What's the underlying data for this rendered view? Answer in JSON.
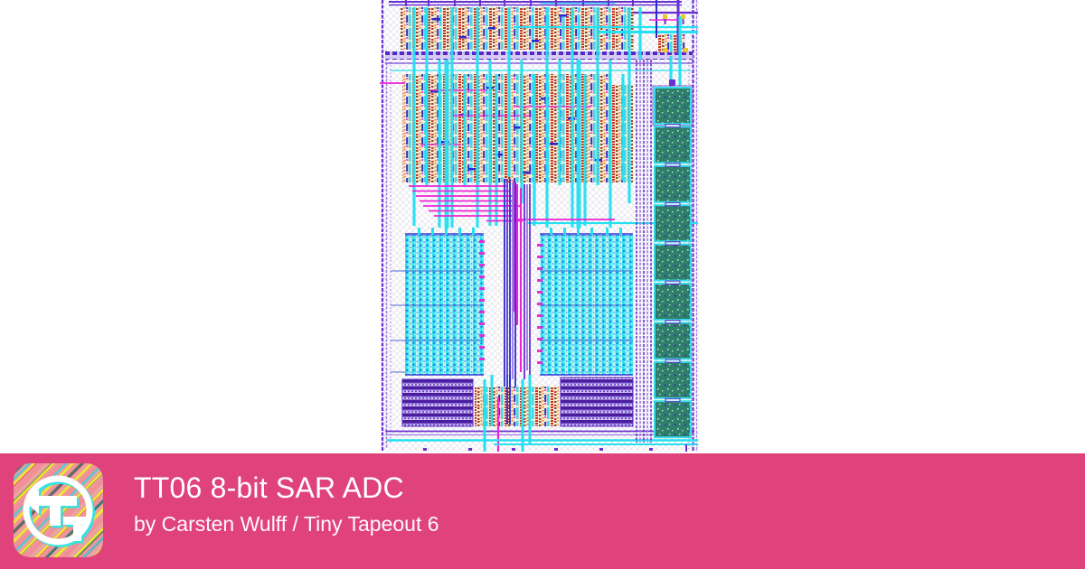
{
  "banner": {
    "title": "TT06 8-bit SAR ADC",
    "byline": "by Carsten Wulff / Tiny Tapeout 6",
    "background": "#e0437c",
    "text_color": "#ffffff"
  },
  "logo": {
    "name": "tiny-tapeout-logo"
  },
  "chip_layout": {
    "description": "IC die layout render of the 8-bit SAR ADC macro",
    "regions": {
      "top": "standard-cell logic rows",
      "middle": "split capacitor DAC arrays",
      "bottom": "matched transistor blocks",
      "right": "metal fill pads column"
    }
  },
  "layout_palette": {
    "wire_cyan": "#24e0f0",
    "wire_magenta": "#ee22d4",
    "rail_purple": "#6a2fd0",
    "deep_blue": "#2a2ad0",
    "cell_red": "#cf3220",
    "cell_brown": "#8a4a28",
    "cell_orange": "#e2882f",
    "cell_cream": "#f4ecd8",
    "cap_cyan": "#2ee3f0",
    "cap_light": "#cdf7fb",
    "block_purple": "#4a1d9e",
    "block_lilac": "#d9c9f2",
    "pad_green": "#2f8068",
    "pad_yellow": "#e8c832",
    "hatch_gray": "#e3e3ec"
  }
}
